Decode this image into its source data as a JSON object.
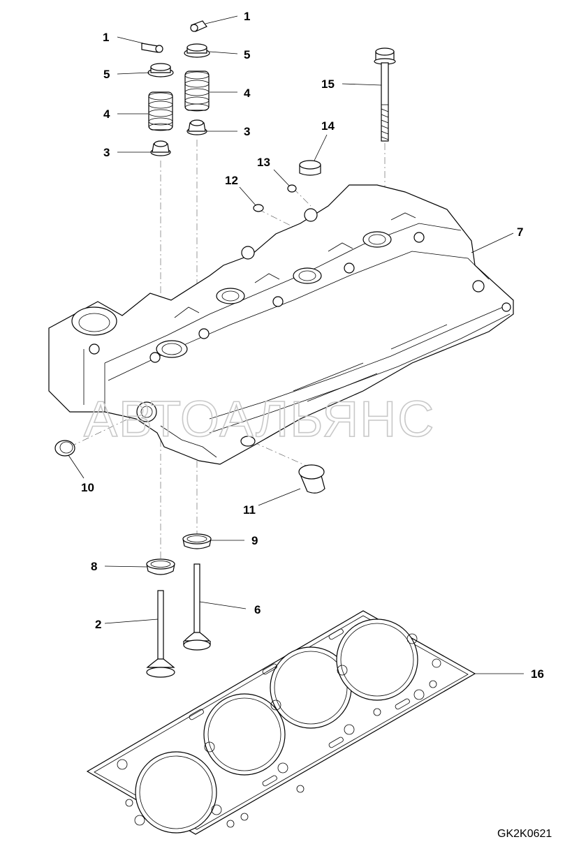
{
  "diagram": {
    "drawing_code": "GK2K0621",
    "watermark": "АВТОАЛЬЯНС",
    "callouts": [
      {
        "id": "c1a",
        "label": "1"
      },
      {
        "id": "c1b",
        "label": "1"
      },
      {
        "id": "c5a",
        "label": "5"
      },
      {
        "id": "c5b",
        "label": "5"
      },
      {
        "id": "c4a",
        "label": "4"
      },
      {
        "id": "c4b",
        "label": "4"
      },
      {
        "id": "c3a",
        "label": "3"
      },
      {
        "id": "c3b",
        "label": "3"
      },
      {
        "id": "c15",
        "label": "15"
      },
      {
        "id": "c14",
        "label": "14"
      },
      {
        "id": "c13",
        "label": "13"
      },
      {
        "id": "c12",
        "label": "12"
      },
      {
        "id": "c7",
        "label": "7"
      },
      {
        "id": "c10",
        "label": "10"
      },
      {
        "id": "c11",
        "label": "11"
      },
      {
        "id": "c9",
        "label": "9"
      },
      {
        "id": "c8",
        "label": "8"
      },
      {
        "id": "c6",
        "label": "6"
      },
      {
        "id": "c2",
        "label": "2"
      },
      {
        "id": "c16",
        "label": "16"
      }
    ]
  }
}
